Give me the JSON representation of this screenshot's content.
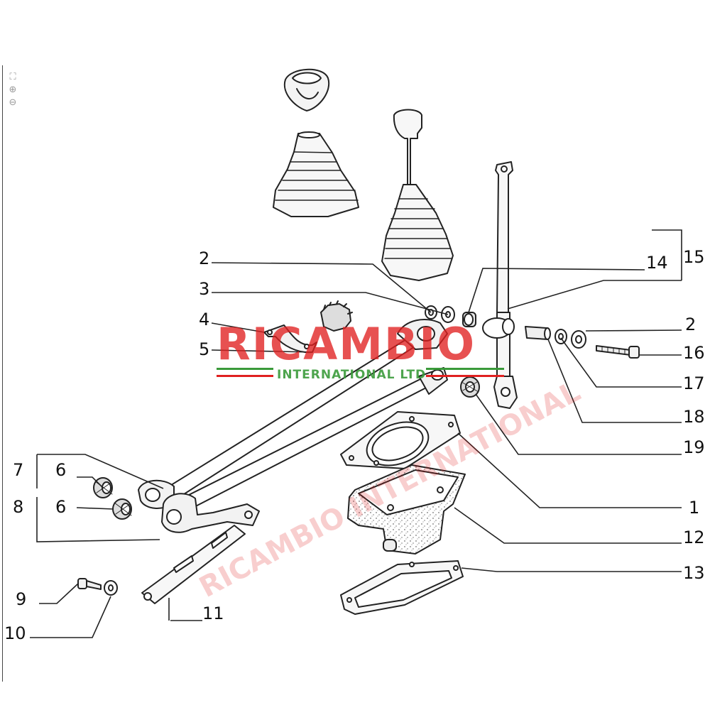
{
  "toolbar": {
    "items": [
      {
        "name": "fit-page-icon",
        "glyph": "⛶"
      },
      {
        "name": "zoom-in-icon",
        "glyph": "⊕"
      },
      {
        "name": "zoom-out-icon",
        "glyph": "⊖"
      }
    ]
  },
  "diagram": {
    "callouts": {
      "c1": "1",
      "c2a": "2",
      "c2b": "2",
      "c3": "3",
      "c4": "4",
      "c5": "5",
      "c6a": "6",
      "c6b": "6",
      "c7": "7",
      "c8": "8",
      "c9": "9",
      "c10": "10",
      "c11": "11",
      "c12": "12",
      "c13": "13",
      "c14": "14",
      "c15": "15",
      "c16": "16",
      "c17": "17",
      "c18": "18",
      "c19": "19"
    }
  },
  "watermark": {
    "line1": "RICAMBIO",
    "line2": "INTERNATIONAL LTD",
    "diagonal": "RICAMBIO INTERNATIONAL",
    "color_red": "#e02020",
    "color_green": "#3a9a3a"
  }
}
